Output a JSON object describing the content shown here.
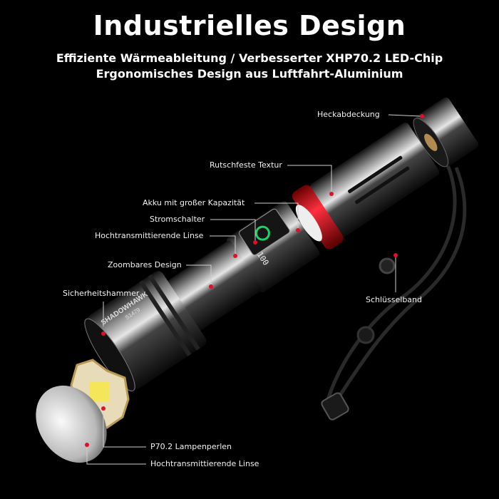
{
  "header": {
    "title": "Industrielles Design",
    "subtitle_line1": "Effiziente Wärmeableitung / Verbesserter XHP70.2 LED-Chip",
    "subtitle_line2": "Ergonomisches Design aus Luftfahrt-Aluminium"
  },
  "callouts": {
    "tail_cap": "Heckabdeckung",
    "grip": "Rutschfeste Textur",
    "battery": "Akku mit großer Kapazität",
    "switch": "Stromschalter",
    "display_lens": "Hochtransmittierende Linse",
    "zoom": "Zoombares Design",
    "hammer": "Sicherheitshammer",
    "lanyard": "Schlüsselband",
    "led": "P70.2 Lampenperlen",
    "front_lens": "Hochtransmittierende Linse"
  },
  "product": {
    "brand": "SHADOWHAWK",
    "model": "S1479",
    "display_value": "100"
  },
  "colors": {
    "accent_red": "#e0102a",
    "switch_green": "#1fd16a",
    "background": "#000000"
  }
}
